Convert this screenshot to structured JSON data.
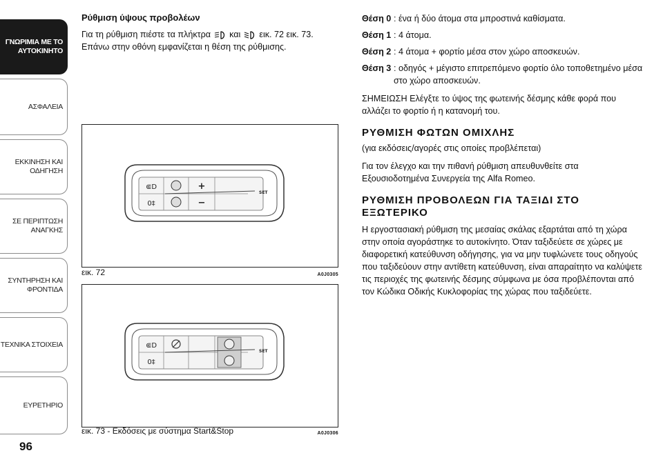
{
  "sidebar": {
    "tabs": [
      {
        "lines": [
          "ΓΝΩΡΙΜΙΑ ΜΕ ΤΟ",
          "ΑΥΤΟΚΙΝΗΤΟ"
        ],
        "active": true
      },
      {
        "lines": [
          "ΑΣΦΑΛΕΙΑ"
        ],
        "active": false
      },
      {
        "lines": [
          "ΕΚΚΙΝΗΣΗ ΚΑΙ",
          "ΟΔΗΓΗΣΗ"
        ],
        "active": false
      },
      {
        "lines": [
          "ΣΕ ΠΕΡΙΠΤΩΣΗ",
          "ΑΝΑΓΚΗΣ"
        ],
        "active": false
      },
      {
        "lines": [
          "ΣΥΝΤΗΡΗΣΗ ΚΑΙ",
          "ΦΡΟΝΤΙΔΑ"
        ],
        "active": false
      },
      {
        "lines": [
          "ΤΕΧΝΙΚΑ ΣΤΟΙΧΕΙΑ"
        ],
        "active": false
      },
      {
        "lines": [
          "ΕΥΡΕΤΗΡΙΟ"
        ],
        "active": false
      }
    ]
  },
  "page_number": "96",
  "left": {
    "heading": "Ρύθμιση ύψους προβολέων",
    "intro_a": "Για τη ρύθμιση πιέστε τα πλήκτρα",
    "intro_and": "και",
    "intro_b": "εικ. 72 εικ. 73. Επάνω",
    "intro_c": "στην οθόνη εμφανίζεται η θέση της ρύθμισης.",
    "fig72": {
      "caption": "εικ. 72",
      "code": "A0J0305",
      "set_label": "SET"
    },
    "fig73": {
      "caption": "εικ. 73 - Εκδόσεις με σύστημα Start&Stop",
      "code": "A0J0306",
      "set_label": "SET"
    }
  },
  "right": {
    "positions": [
      {
        "key": "Θέση 0",
        "text": ": ένα ή δύο άτομα στα μπροστινά καθίσματα."
      },
      {
        "key": "Θέση 1",
        "text": ": 4 άτομα."
      },
      {
        "key": "Θέση 2",
        "text": ": 4 άτομα + φορτίο μέσα στον χώρο αποσκευών."
      },
      {
        "key": "Θέση 3",
        "text": ": οδηγός + μέγιστο επιτρεπόμενο φορτίο όλο τοποθετημένο μέσα στο χώρο αποσκευών."
      }
    ],
    "note": "ΣΗΜΕΙΩΣΗ Ελέγξτε το ύψος της φωτεινής δέσμης κάθε φορά που αλλάζει το φορτίο ή η κατανομή του.",
    "fog_title": "ΡΥΘΜΙΣΗ ΦΩΤΩΝ ΟΜΙΧΛΗΣ",
    "fog_sub": "(για εκδόσεις/αγορές στις οποίες προβλέπεται)",
    "fog_text": "Για τον έλεγχο και την πιθανή ρύθμιση απευθυνθείτε στα Εξουσιοδοτημένα Συνεργεία της Alfa Romeo.",
    "travel_title": "ΡΥΘΜΙΣΗ ΠΡΟΒΟΛΕΩΝ ΓΙΑ ΤΑΞΙΔΙ ΣΤΟ ΕΞΩΤΕΡΙΚΟ",
    "travel_text": "Η εργοστασιακή ρύθμιση της μεσαίας σκάλας εξαρτάται από τη χώρα στην οποία αγοράστηκε το αυτοκίνητο. Όταν ταξιδεύετε σε χώρες με διαφορετική κατεύθυνση οδήγησης, για να μην τυφλώνετε τους οδηγούς που ταξιδεύουν στην αντίθετη κατεύθυνση, είναι απαραίτητο να καλύψετε τις περιοχές της φωτεινής δέσμης σύμφωνα με όσα προβλέπονται από τον Κώδικα Οδικής Κυκλοφορίας της χώρας που ταξιδεύετε."
  }
}
